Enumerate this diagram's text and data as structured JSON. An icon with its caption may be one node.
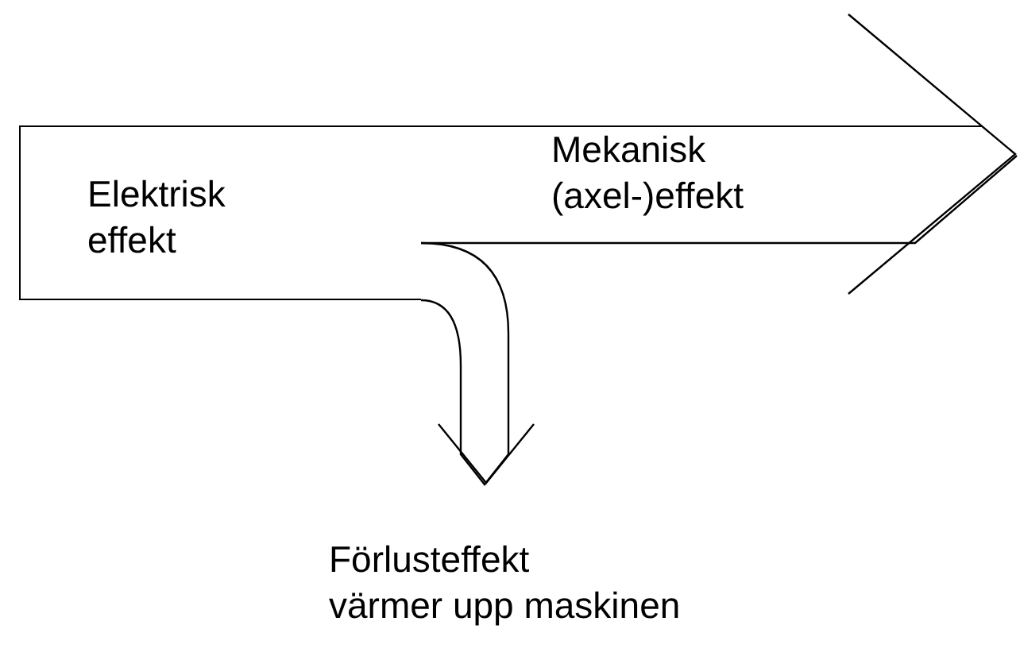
{
  "diagram": {
    "nodes": [
      {
        "text": [
          "Elektrisk effekt"
        ]
      },
      {
        "text": [
          "Mekanisk (axel-)effekt"
        ]
      },
      {
        "text": [
          "Förlusteffekt värmer upp maskinen"
        ]
      }
    ],
    "edges": [
      {
        "from": 0,
        "to": 1,
        "arrow": "to"
      },
      {
        "from": 0,
        "to": 2,
        "arrow": "to"
      }
    ]
  }
}
